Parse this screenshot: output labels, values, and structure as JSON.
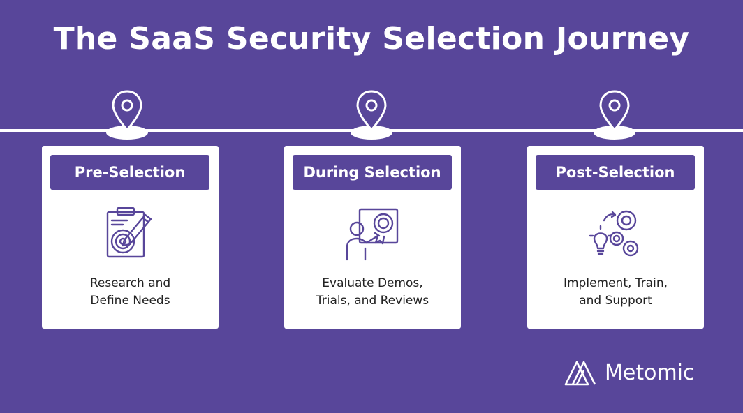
{
  "title": "The SaaS Security Selection Journey",
  "colors": {
    "background": "#58469a",
    "card": "#ffffff",
    "accent": "#58469a",
    "text": "#222222"
  },
  "stages": [
    {
      "label": "Pre-Selection",
      "line1": "Research and",
      "line2": "Define Needs",
      "icon": "clipboard-target-pencil-icon"
    },
    {
      "label": "During Selection",
      "line1": "Evaluate Demos,",
      "line2": "Trials, and Reviews",
      "icon": "presenter-board-gear-icon"
    },
    {
      "label": "Post-Selection",
      "line1": "Implement, Train,",
      "line2": "and Support",
      "icon": "lightbulb-gears-icon"
    }
  ],
  "brand": {
    "name": "Metomic",
    "icon": "metomic-logo-icon"
  }
}
